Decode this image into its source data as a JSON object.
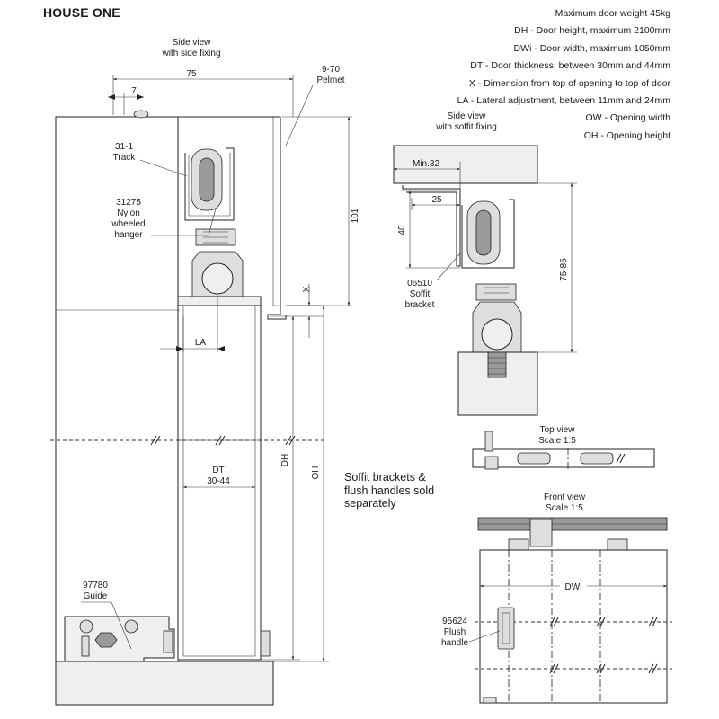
{
  "title": "HOUSE ONE",
  "specs": [
    "Maximum door weight 45kg",
    "DH - Door height, maximum 2100mm",
    "DWi - Door width, maximum 1050mm",
    "DT - Door thickness, between 30mm and 44mm",
    "X - Dimension from top of opening to top of door",
    "LA - Lateral adjustment, between 11mm and 24mm",
    "OW - Opening width",
    "OH - Opening height"
  ],
  "side_view_label": [
    "Side view",
    "with side fixing"
  ],
  "side_view": {
    "dim_75": "75",
    "dim_7": "7",
    "dim_101": "101",
    "dim_x": "X",
    "dim_la": "LA",
    "dim_dt": [
      "DT",
      "30-44"
    ],
    "dim_dh": "DH",
    "dim_oh": "OH",
    "pelmet": [
      "9-70",
      "Pelmet"
    ],
    "track": [
      "31-1",
      "Track"
    ],
    "hanger": [
      "31275",
      "Nylon",
      "wheeled",
      "hanger"
    ],
    "guide": [
      "97780",
      "Guide"
    ]
  },
  "soffit_view_label": [
    "Side view",
    "with soffit fixing"
  ],
  "soffit_view": {
    "dim_min32": "Min.32",
    "dim_25": "25",
    "dim_40": "40",
    "dim_75_86": "75-86",
    "bracket": [
      "06510",
      "Soffit",
      "bracket"
    ]
  },
  "top_view_label": [
    "Top view",
    "Scale 1:5"
  ],
  "front_view_label": [
    "Front view",
    "Scale 1:5"
  ],
  "front_view": {
    "dim_dwi": "DWi",
    "handle": [
      "95624",
      "Flush",
      "handle"
    ]
  },
  "note": [
    "Soffit brackets &",
    "flush handles sold",
    "separately"
  ]
}
